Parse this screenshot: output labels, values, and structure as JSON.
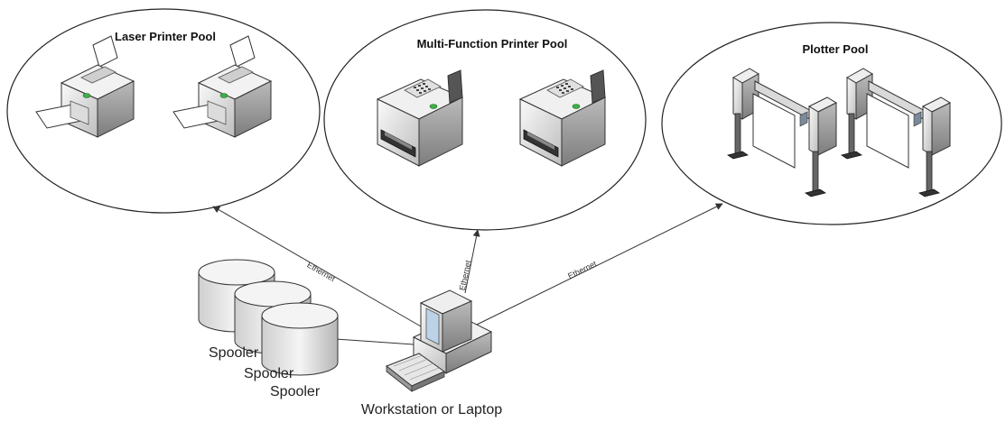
{
  "pools": [
    {
      "title": "Laser Printer Pool",
      "device": "laser-printer"
    },
    {
      "title": "Multi-Function Printer Pool",
      "device": "multifunction-printer"
    },
    {
      "title": "Plotter Pool",
      "device": "plotter"
    }
  ],
  "connections": [
    {
      "label": "Ethernet",
      "to": "Laser Printer Pool"
    },
    {
      "label": "Ethernet",
      "to": "Multi-Function Printer Pool"
    },
    {
      "label": "Ethernet",
      "to": "Plotter Pool"
    }
  ],
  "spoolers": [
    "Spooler",
    "Spooler",
    "Spooler"
  ],
  "workstation": {
    "label": "Workstation or Laptop",
    "icon": "workstation-icon"
  },
  "colors": {
    "line": "#333333",
    "device_body": "#e8e8e8",
    "device_shadow": "#9a9a9a",
    "status_light": "#3fae49"
  }
}
